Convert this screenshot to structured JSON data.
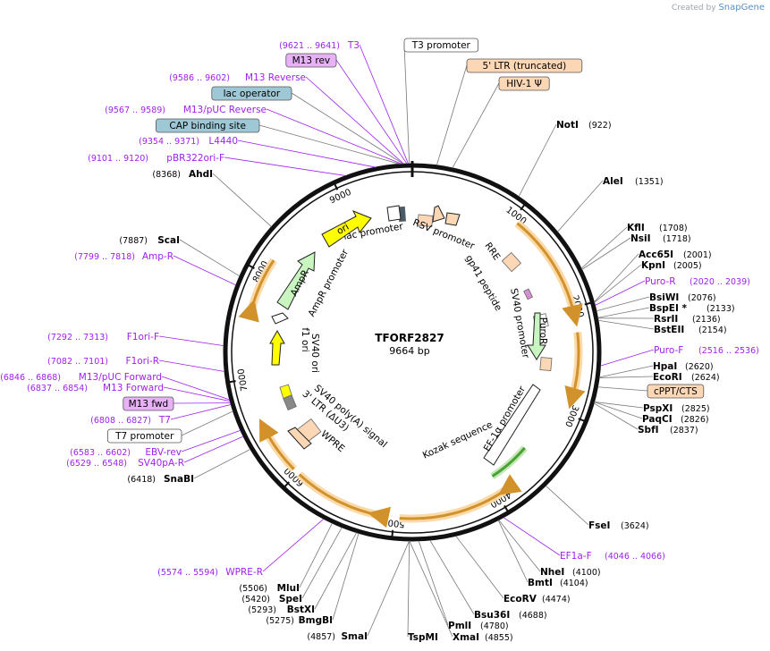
{
  "credit": {
    "prefix": "Created by",
    "brand": "SnapGene"
  },
  "plasmid": {
    "name": "TFORF2827",
    "size_label": "9664 bp",
    "length": 9664
  },
  "colors": {
    "primer": "#a020f0",
    "feature_orange": "#d2922b",
    "feature_halo": "#fbd9a8",
    "feature_green": "#4aa03a",
    "m13_box": "#e6b2f5",
    "blue_box": "#9fc8d6",
    "peach_box": "#fbd7b5",
    "backbone": "#111111"
  },
  "ticks": [
    "1000",
    "2000",
    "3000",
    "4000",
    "5000",
    "6000",
    "7000",
    "8000",
    "9000"
  ],
  "top_labels": [
    {
      "range": "(9621 .. 9641)",
      "name": "T3",
      "kind": "primer"
    },
    {
      "name": "M13 rev",
      "kind": "primer-box"
    },
    {
      "range": "(9586 .. 9602)",
      "name": "M13 Reverse",
      "kind": "primer"
    },
    {
      "name": "lac operator",
      "kind": "blue-box"
    },
    {
      "range": "(9567 .. 9589)",
      "name": "M13/pUC Reverse",
      "kind": "primer"
    },
    {
      "name": "CAP binding site",
      "kind": "blue-box"
    },
    {
      "range": "(9354 .. 9371)",
      "name": "L4440",
      "kind": "primer"
    },
    {
      "range": "(9101 .. 9120)",
      "name": "pBR322ori-F",
      "kind": "primer"
    },
    {
      "range": "(8368)",
      "name": "AhdI",
      "kind": "enzyme"
    },
    {
      "name": "T3 promoter",
      "kind": "white-box"
    },
    {
      "name": "5' LTR (truncated)",
      "kind": "peach-box"
    },
    {
      "name": "HIV-1 Ψ",
      "kind": "peach-box"
    }
  ],
  "right_labels": [
    {
      "name": "NotI",
      "pos": "(922)",
      "kind": "enzyme"
    },
    {
      "name": "AleI",
      "pos": "(1351)",
      "kind": "enzyme"
    },
    {
      "name": "KflI",
      "pos": "(1708)",
      "kind": "enzyme"
    },
    {
      "name": "NsiI",
      "pos": "(1718)",
      "kind": "enzyme"
    },
    {
      "name": "Acc65I",
      "pos": "(2001)",
      "kind": "enzyme"
    },
    {
      "name": "KpnI",
      "pos": "(2005)",
      "kind": "enzyme"
    },
    {
      "name": "Puro-R",
      "pos": "(2020 .. 2039)",
      "kind": "primer"
    },
    {
      "name": "BsiWI",
      "pos": "(2076)",
      "kind": "enzyme"
    },
    {
      "name": "BspEI",
      "pos": "(2133)",
      "kind": "enzyme",
      "star": "*"
    },
    {
      "name": "RsrII",
      "pos": "(2136)",
      "kind": "enzyme"
    },
    {
      "name": "BstEII",
      "pos": "(2154)",
      "kind": "enzyme"
    },
    {
      "name": "Puro-F",
      "pos": "(2516 .. 2536)",
      "kind": "primer"
    },
    {
      "name": "HpaI",
      "pos": "(2620)",
      "kind": "enzyme"
    },
    {
      "name": "EcoRI",
      "pos": "(2624)",
      "kind": "enzyme"
    },
    {
      "name": "cPPT/CTS",
      "pos": "",
      "kind": "peach-box"
    },
    {
      "name": "PspXI",
      "pos": "(2825)",
      "kind": "enzyme"
    },
    {
      "name": "PaqCI",
      "pos": "(2826)",
      "kind": "enzyme"
    },
    {
      "name": "SbfI",
      "pos": "(2837)",
      "kind": "enzyme"
    },
    {
      "name": "FseI",
      "pos": "(3624)",
      "kind": "enzyme"
    },
    {
      "name": "EF1a-F",
      "pos": "(4046 .. 4066)",
      "kind": "primer"
    },
    {
      "name": "NheI",
      "pos": "(4100)",
      "kind": "enzyme"
    },
    {
      "name": "BmtI",
      "pos": "(4104)",
      "kind": "enzyme"
    },
    {
      "name": "EcoRV",
      "pos": "(4474)",
      "kind": "enzyme"
    },
    {
      "name": "Bsu36I",
      "pos": "(4688)",
      "kind": "enzyme"
    },
    {
      "name": "PmlI",
      "pos": "(4780)",
      "kind": "enzyme"
    },
    {
      "name": "XmaI",
      "pos": "(4855)",
      "kind": "enzyme"
    },
    {
      "name": "TspMI",
      "pos": "",
      "kind": "enzyme"
    }
  ],
  "left_labels": [
    {
      "name": "ScaI",
      "pos": "(7887)",
      "kind": "enzyme"
    },
    {
      "name": "Amp-R",
      "pos": "(7799 .. 7818)",
      "kind": "primer"
    },
    {
      "name": "F1ori-F",
      "pos": "(7292 .. 7313)",
      "kind": "primer"
    },
    {
      "name": "F1ori-R",
      "pos": "(7082 .. 7101)",
      "kind": "primer"
    },
    {
      "name": "M13/pUC Forward",
      "pos": "(6846 .. 6868)",
      "kind": "primer"
    },
    {
      "name": "M13 Forward",
      "pos": "(6837 .. 6854)",
      "kind": "primer"
    },
    {
      "name": "M13 fwd",
      "pos": "",
      "kind": "primer-box"
    },
    {
      "name": "T7",
      "pos": "(6808 .. 6827)",
      "kind": "primer"
    },
    {
      "name": "T7 promoter",
      "pos": "",
      "kind": "white-box"
    },
    {
      "name": "EBV-rev",
      "pos": "(6583 .. 6602)",
      "kind": "primer"
    },
    {
      "name": "SV40pA-R",
      "pos": "(6529 .. 6548)",
      "kind": "primer"
    },
    {
      "name": "SnaBI",
      "pos": "(6418)",
      "kind": "enzyme"
    },
    {
      "name": "WPRE-R",
      "pos": "(5574 .. 5594)",
      "kind": "primer"
    },
    {
      "name": "MluI",
      "pos": "(5506)",
      "kind": "enzyme"
    },
    {
      "name": "SpeI",
      "pos": "(5420)",
      "kind": "enzyme"
    },
    {
      "name": "BstXI",
      "pos": "(5293)",
      "kind": "enzyme"
    },
    {
      "name": "BmgBI",
      "pos": "(5275)",
      "kind": "enzyme"
    },
    {
      "name": "SmaI",
      "pos": "(4857)",
      "kind": "enzyme"
    }
  ],
  "inner_labels": [
    "RSV promoter",
    "lac promoter",
    "ori",
    "AmpR",
    "AmpR promoter",
    "f1 ori",
    "SV40 ori",
    "SV40 poly(A) signal",
    "3' LTR (ΔU3)",
    "WPRE",
    "RRE",
    "gp41 peptide",
    "SV40 promoter",
    "PuroR",
    "EF-1α promoter",
    "Kozak sequence"
  ]
}
